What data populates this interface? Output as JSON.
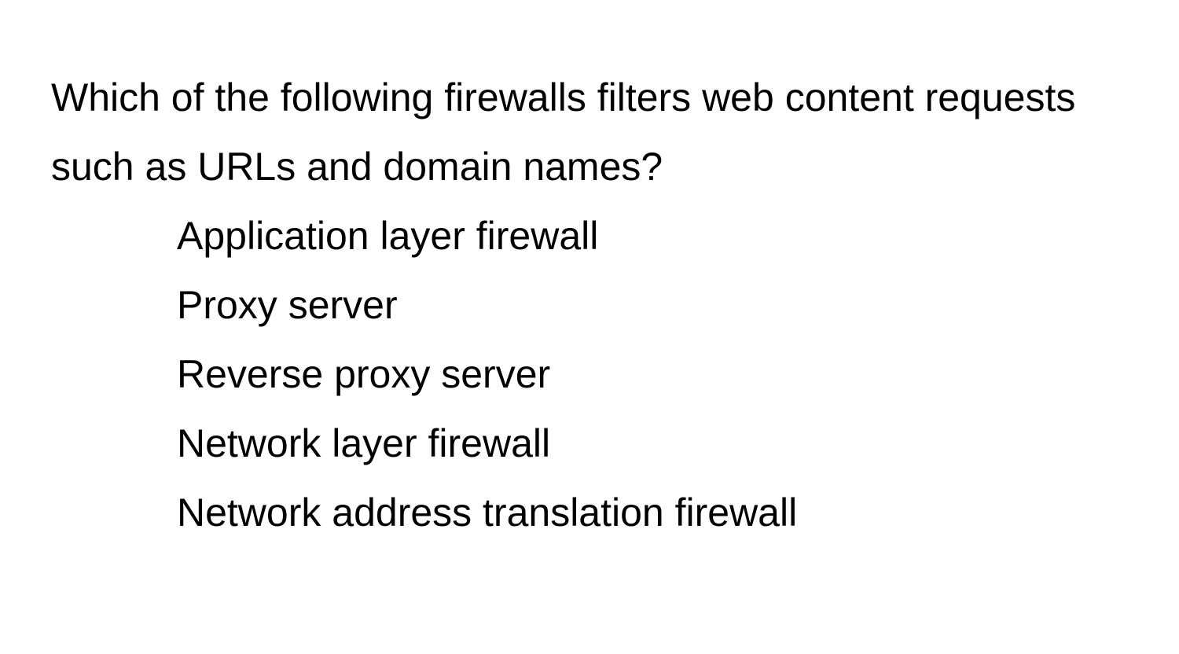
{
  "question": {
    "text": "Which of the following firewalls filters web content requests such as URLs and domain names?"
  },
  "options": [
    {
      "label": "Application layer firewall"
    },
    {
      "label": "Proxy server"
    },
    {
      "label": "Reverse proxy server"
    },
    {
      "label": "Network layer firewall"
    },
    {
      "label": "Network address translation firewall"
    }
  ]
}
